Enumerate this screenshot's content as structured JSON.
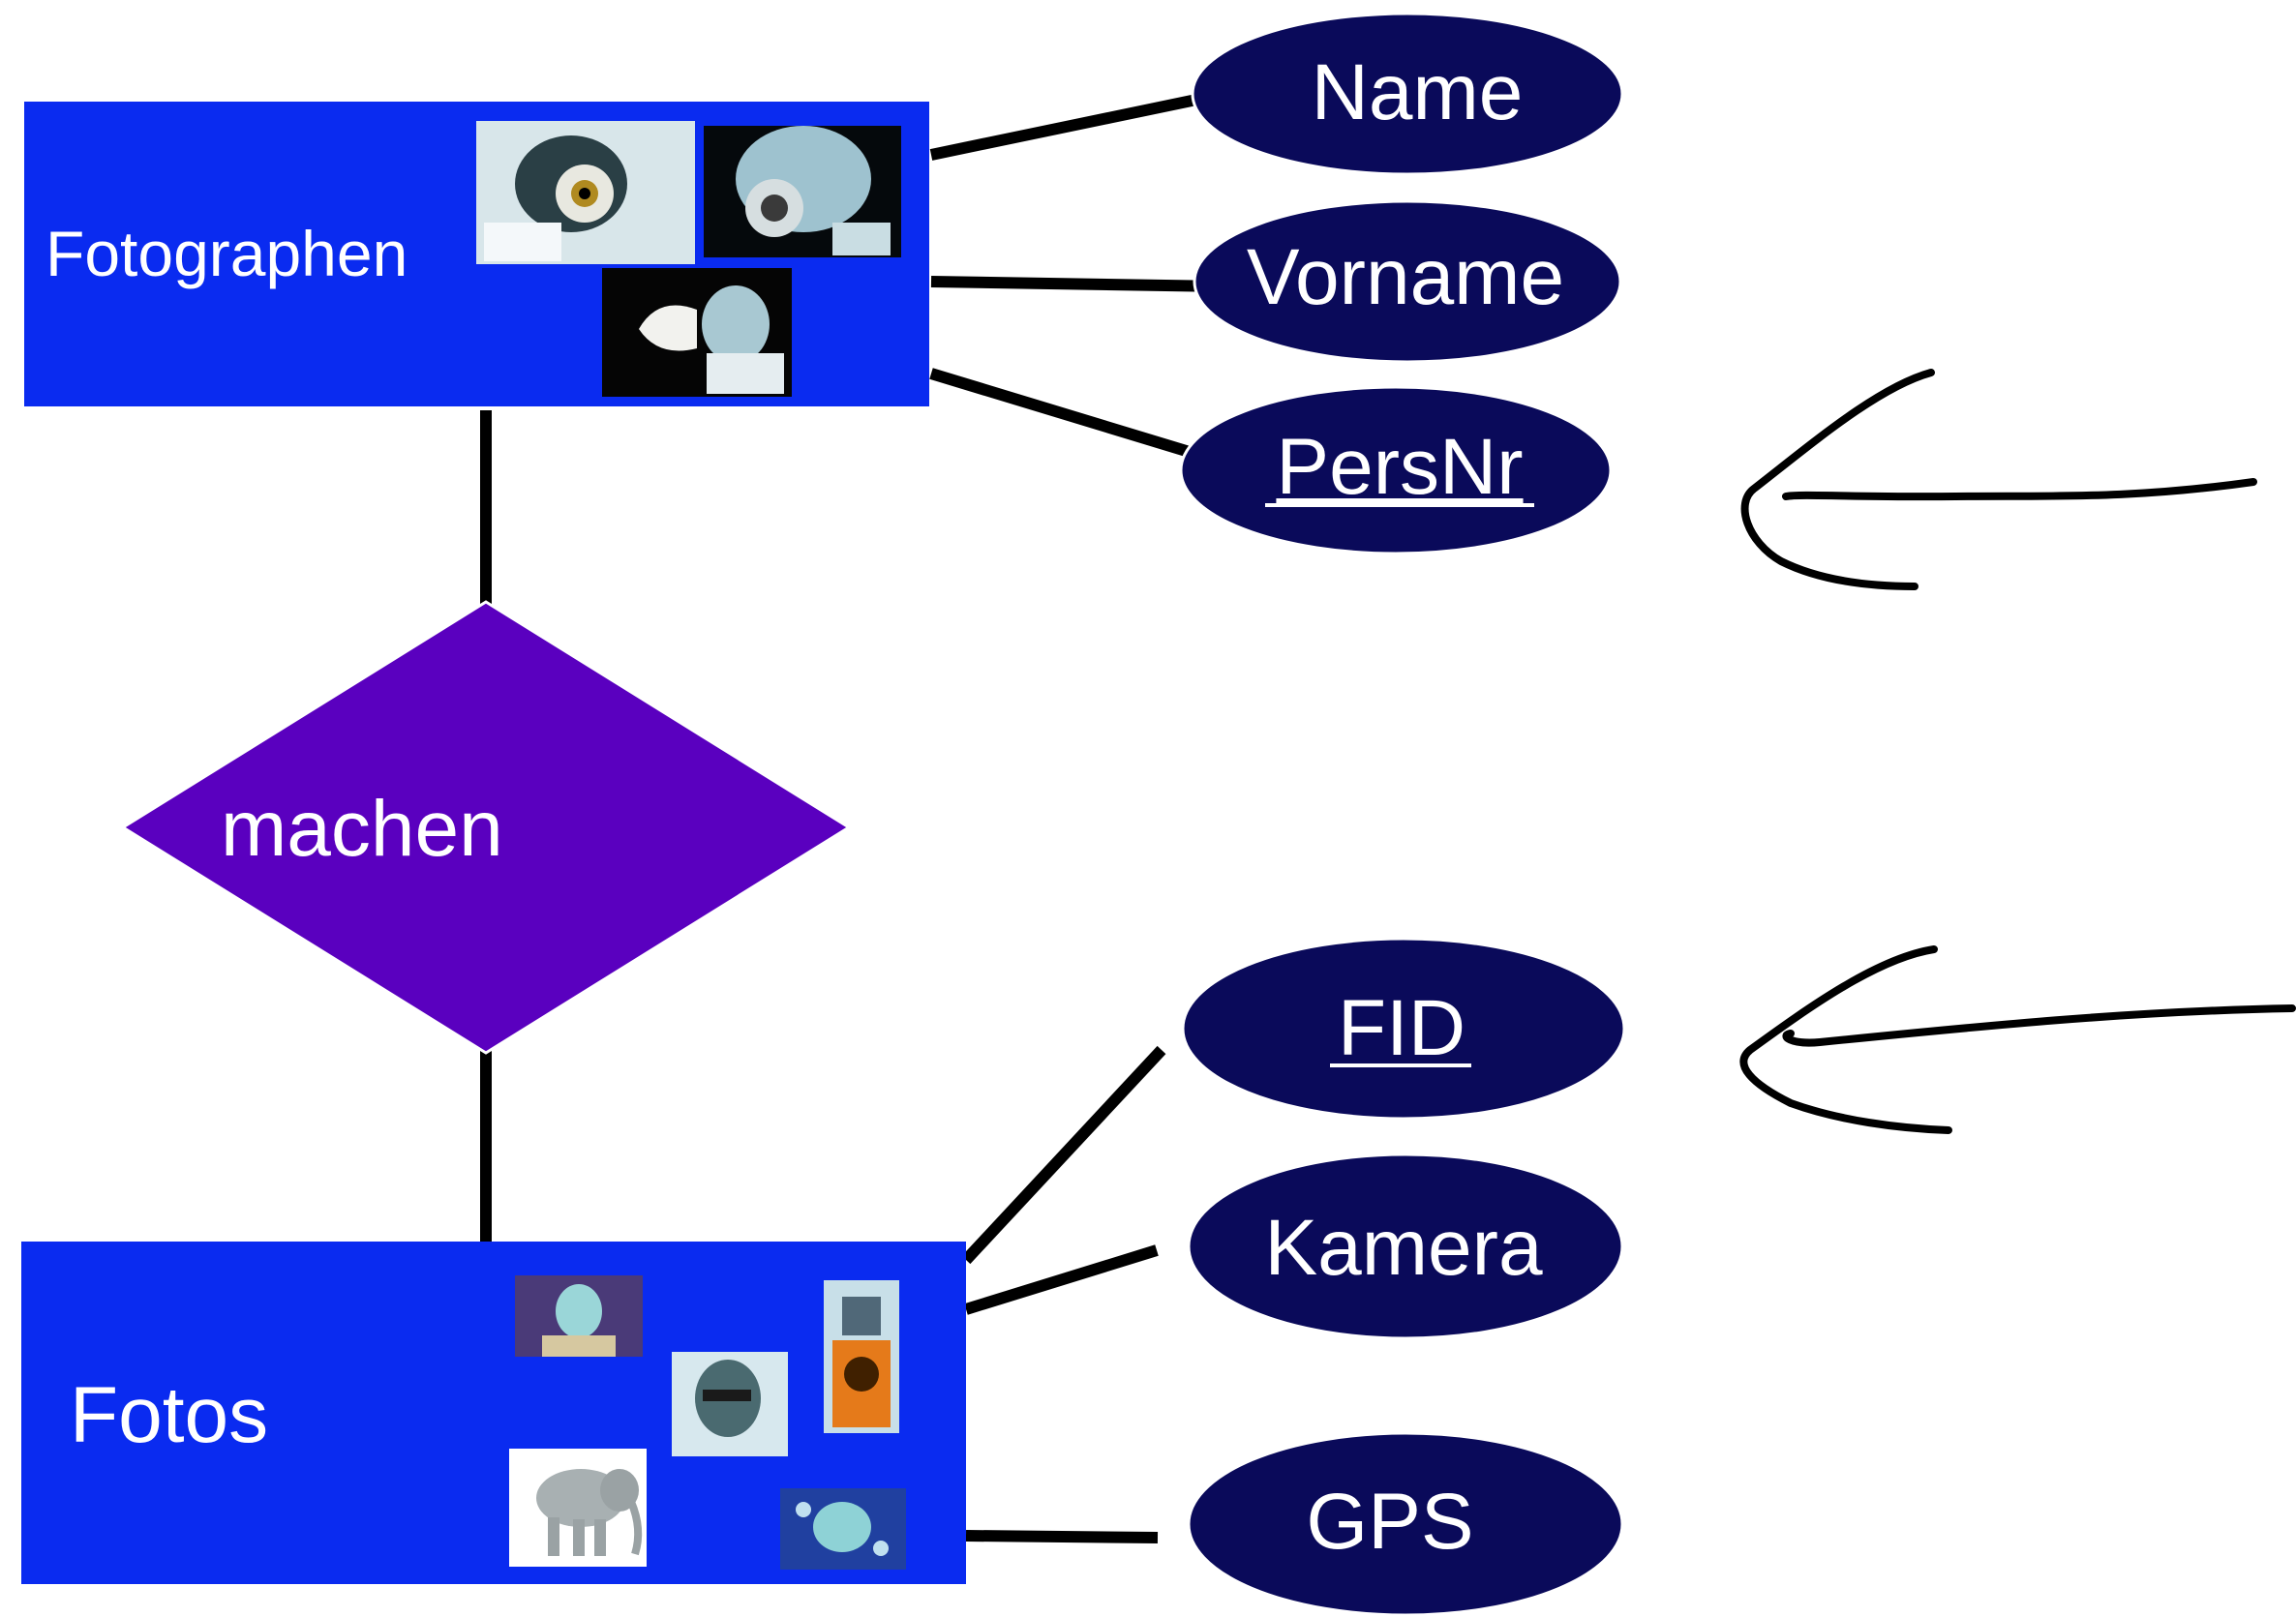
{
  "diagram": {
    "entities": {
      "fotographen": {
        "label": "Fotographen"
      },
      "fotos": {
        "label": "Fotos"
      }
    },
    "relationship": {
      "label": "machen"
    },
    "attributes": {
      "name": {
        "label": "Name"
      },
      "vorname": {
        "label": "Vorname"
      },
      "persnr": {
        "label": "PersNr",
        "key": true
      },
      "fid": {
        "label": "FID",
        "key": true
      },
      "kamera": {
        "label": "Kamera"
      },
      "gps": {
        "label": "GPS"
      }
    },
    "colors": {
      "entity": "#0a2bf0",
      "relationship": "#5a00bf",
      "attribute": "#0a0a5a",
      "text": "#ffffff",
      "line": "#000000"
    },
    "icons": [
      "photographer-photo-icon",
      "photo-thumbnail-icon",
      "elephant-photo-icon",
      "bottle-photo-icon",
      "arrow-annotation-icon"
    ]
  }
}
